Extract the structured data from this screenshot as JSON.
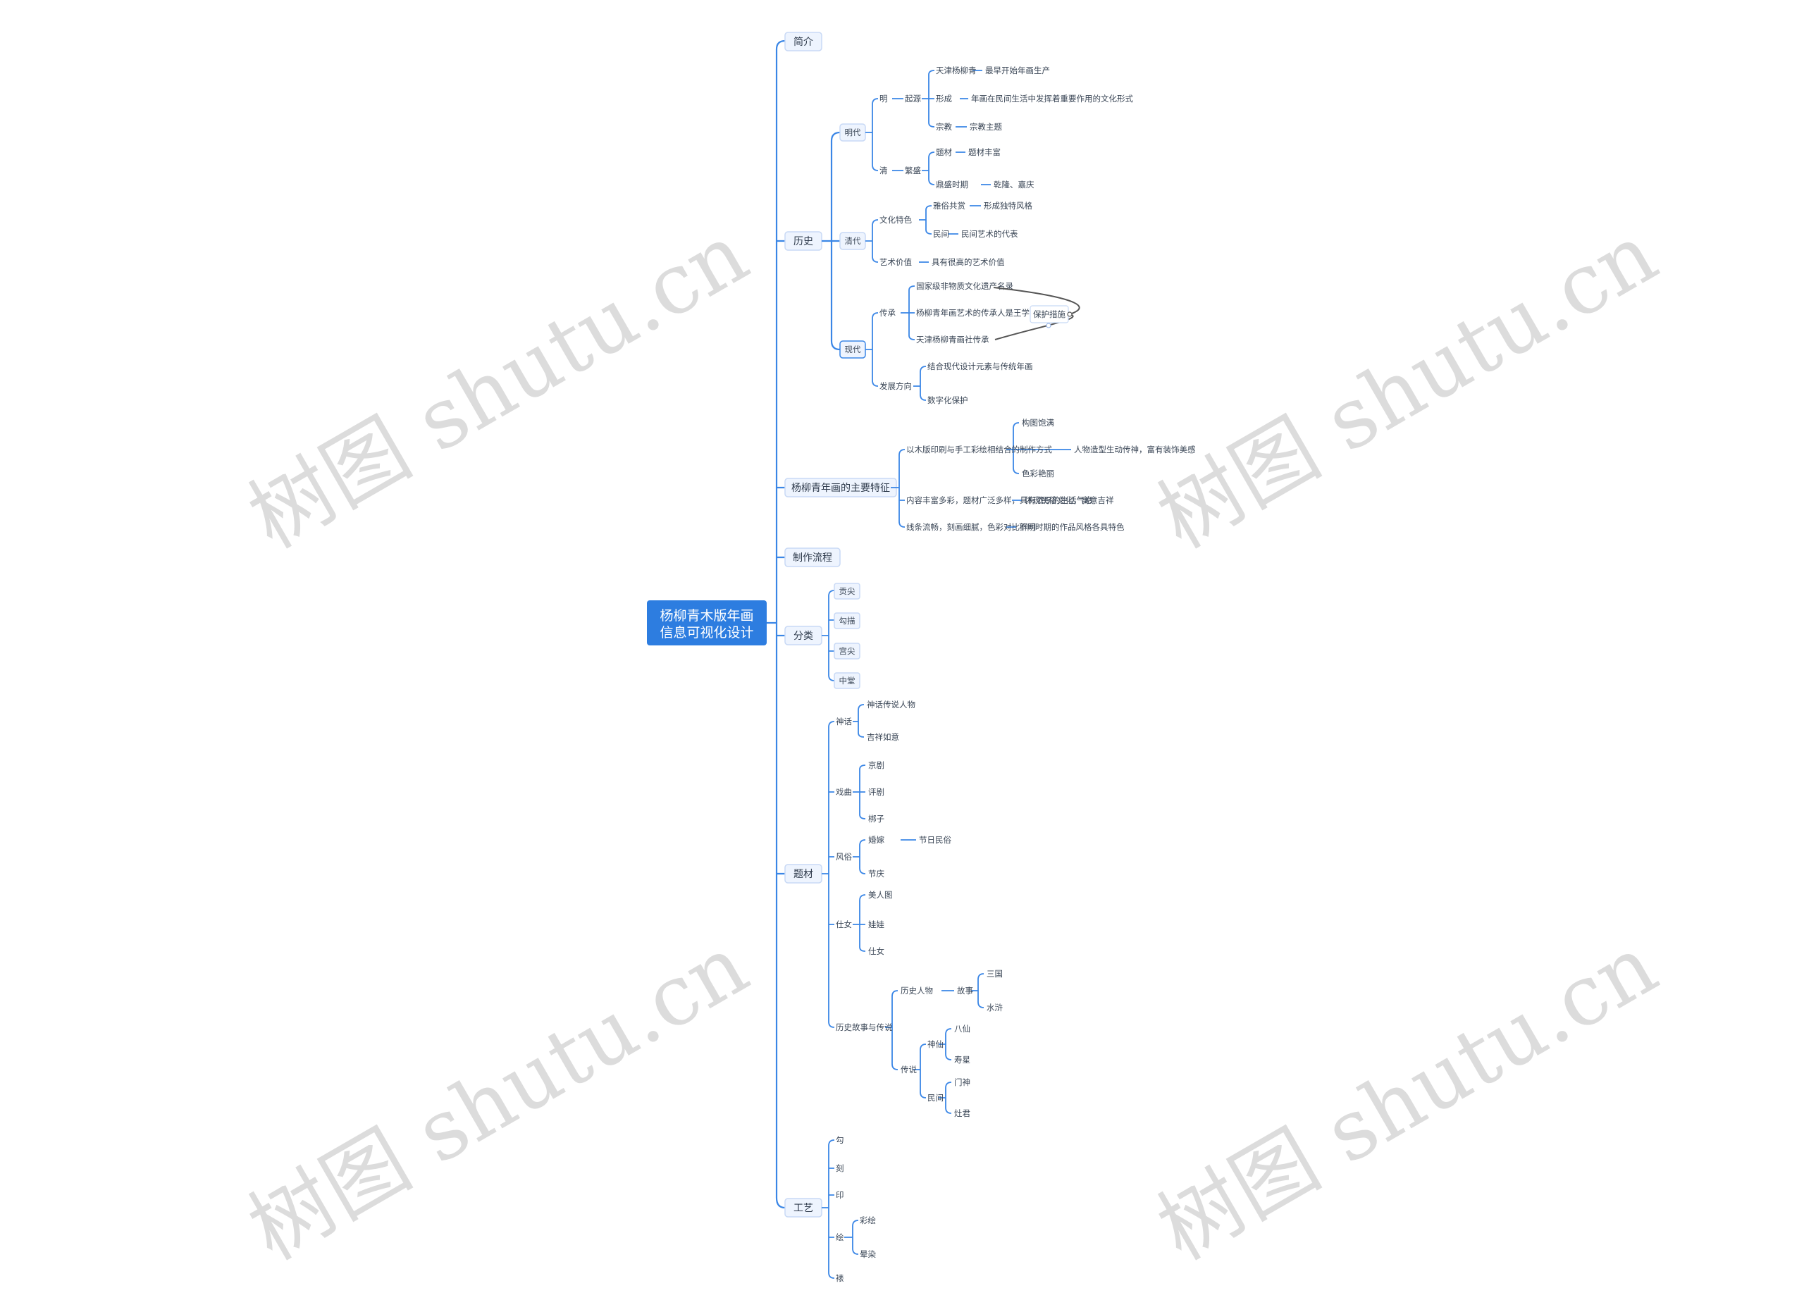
{
  "root": {
    "line1": "杨柳青木版年画",
    "line2": "信息可视化设计"
  },
  "branches": [
    {
      "id": "b1",
      "label": "简介"
    },
    {
      "id": "b2",
      "label": "历史"
    },
    {
      "id": "b3",
      "label": "杨柳青年画的主要特征"
    },
    {
      "id": "b4",
      "label": "制作流程"
    },
    {
      "id": "b5",
      "label": "分类"
    },
    {
      "id": "b6",
      "label": "题材"
    },
    {
      "id": "b7",
      "label": "工艺"
    }
  ],
  "history": {
    "periods": [
      "明代",
      "清代",
      "现代"
    ],
    "ming": {
      "n1": "明",
      "n2": "起源",
      "items": [
        {
          "a": "天津杨柳青",
          "b": "最早开始年画生产"
        },
        {
          "a": "形成",
          "b": "年画在民间生活中发挥着重要作用的文化形式"
        },
        {
          "a": "宗教",
          "b": "宗教主题"
        }
      ],
      "n3": "清",
      "n4": "繁盛",
      "items2": [
        {
          "a": "题材",
          "b": "题材丰富"
        },
        {
          "a": "鼎盛时期",
          "b": "乾隆、嘉庆"
        }
      ]
    },
    "qing": {
      "n1": "文化特色",
      "items": [
        {
          "a": "雅俗共赏",
          "b": "形成独特风格"
        },
        {
          "a": "民间",
          "b": "民间艺术的代表"
        }
      ],
      "n2": "艺术价值",
      "n2b": "具有很高的艺术价值"
    },
    "modern": {
      "n1": "传承",
      "items": [
        "国家级非物质文化遗产名录",
        "杨柳青年画艺术的传承人是王学勤",
        "天津杨柳青画社传承"
      ],
      "rel": "保护措施",
      "n2": "发展方向",
      "items2": [
        "结合现代设计元素与传统年画",
        "数字化保护"
      ]
    }
  },
  "features": {
    "f1": "以木版印刷与手工彩绘相结合的制作方式",
    "f1a": "构图饱满",
    "f1b": "色彩艳丽",
    "f1c": "人物造型生动传神，富有装饰美感",
    "f2": "内容丰富多彩，题材广泛多样，具有浓厚的生活气息",
    "f2b": "体现民俗文化，寓意吉祥",
    "f3": "线条流畅，刻画细腻，色彩对比鲜明",
    "f3b": "不同时期的作品风格各具特色"
  },
  "categories": [
    "贡尖",
    "勾描",
    "宫尖",
    "中堂"
  ],
  "subjects": {
    "g1": {
      "label": "神话",
      "items": [
        "神话传说人物",
        "吉祥如意"
      ]
    },
    "g2": {
      "label": "戏曲",
      "items": [
        "京剧",
        "评剧",
        "梆子"
      ]
    },
    "g3": {
      "label": "风俗",
      "items": [
        "婚嫁",
        "节庆"
      ],
      "extra": "节日民俗"
    },
    "g4": {
      "label": "仕女",
      "items": [
        "美人图",
        "娃娃",
        "仕女"
      ]
    },
    "g5": {
      "label": "历史故事与传说",
      "a": "历史人物",
      "a1": "故事",
      "a1items": [
        "三国",
        "水浒"
      ],
      "b": "传说",
      "b1": "神仙",
      "b1items": [
        "八仙",
        "寿星"
      ],
      "b2": "民间",
      "b2items": [
        "门神",
        "灶君"
      ]
    }
  },
  "craft": {
    "items": [
      "勾",
      "刻",
      "印",
      "绘",
      "裱"
    ],
    "sub": [
      "彩绘",
      "晕染"
    ]
  },
  "watermark": "树图 shutu.cn",
  "colors": {
    "accent": "#3a86e6",
    "root_bg": "#2d7de0",
    "node_bg": "#eef4fe",
    "relation": "#555555"
  }
}
